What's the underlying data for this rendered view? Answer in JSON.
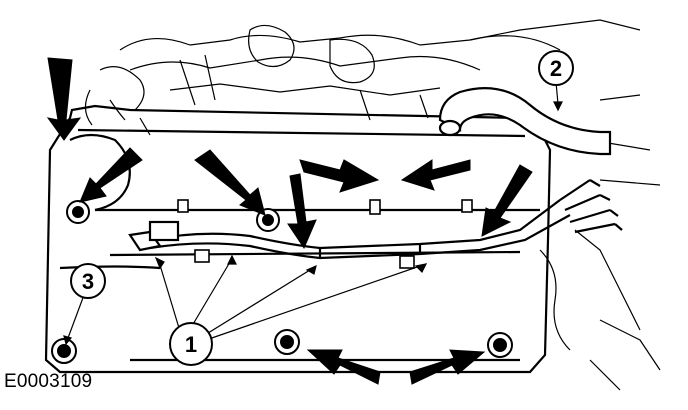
{
  "figure": {
    "reference_id": "E0003109",
    "callouts": [
      {
        "id": "callout-1",
        "label": "1"
      },
      {
        "id": "callout-2",
        "label": "2"
      },
      {
        "id": "callout-3",
        "label": "3"
      }
    ],
    "colors": {
      "line": "#000000",
      "background": "#ffffff"
    }
  }
}
